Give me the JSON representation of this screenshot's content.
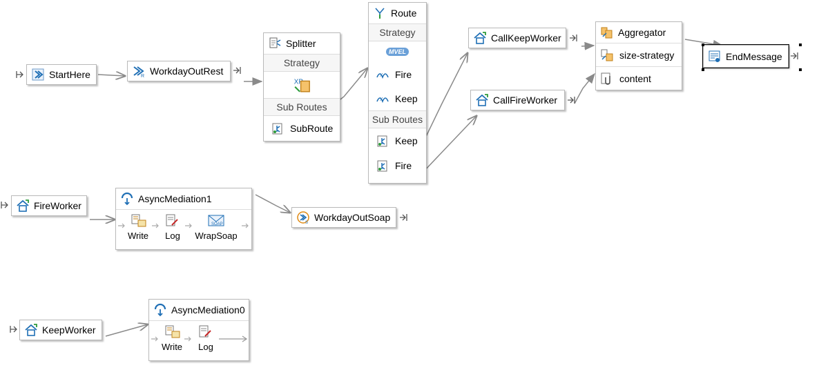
{
  "start_here": {
    "label": "StartHere"
  },
  "workday_out_rest": {
    "label": "WorkdayOutRest"
  },
  "splitter": {
    "title": "Splitter",
    "strategy": "Strategy",
    "sub_routes": "Sub Routes",
    "subroute": "SubRoute"
  },
  "route": {
    "title": "Route",
    "strategy": "Strategy",
    "strategy_icon": "MVEL",
    "fire": "Fire",
    "keep": "Keep",
    "sub_routes": "Sub Routes",
    "sub_keep": "Keep",
    "sub_fire": "Fire"
  },
  "call_keep_worker": {
    "label": "CallKeepWorker"
  },
  "call_fire_worker": {
    "label": "CallFireWorker"
  },
  "aggregator": {
    "title": "Aggregator",
    "size_strategy": "size-strategy",
    "content": "content"
  },
  "end_message": {
    "label": "EndMessage"
  },
  "fire_worker": {
    "label": "FireWorker"
  },
  "async_mediation1": {
    "title": "AsyncMediation1",
    "steps": [
      "Write",
      "Log",
      "WrapSoap"
    ]
  },
  "workday_out_soap": {
    "label": "WorkdayOutSoap"
  },
  "keep_worker": {
    "label": "KeepWorker"
  },
  "async_mediation0": {
    "title": "AsyncMediation0",
    "steps": [
      "Write",
      "Log"
    ]
  },
  "colors": {
    "wire": "#8a8a8a",
    "accent_blue": "#1f6fb5",
    "accent_green": "#2e9b3a",
    "accent_orange": "#e08a12"
  }
}
